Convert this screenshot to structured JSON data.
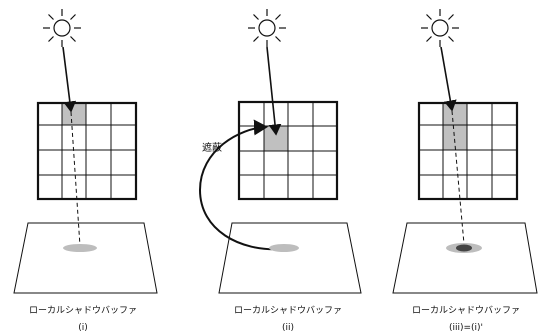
{
  "colors": {
    "stroke": "#111111",
    "highlight": "#c0c0c0",
    "shadow_light": "#bdbdbd",
    "shadow_dark": "#444444",
    "background": "#ffffff"
  },
  "panels": [
    {
      "caption": "ローカルシャドウバッファ",
      "sublabel": "(i)",
      "highlight_cell": "row 1, col 2",
      "ray": "straight through highlighted cell, dashed down to plane shadow"
    },
    {
      "caption": "ローカルシャドウバッファ",
      "sublabel": "(ii)",
      "occlusion_label": "遮蔽",
      "highlight_cell": "row 2, col 2",
      "ray": "stops at highlighted cell; curved arrow from plane shadow back up to cell"
    },
    {
      "caption": "ローカルシャドウバッファ",
      "sublabel": "(iii)=(i)'",
      "highlight_cell": "row 1-2, col 2",
      "ray": "straight through highlighted cells, dashed down to darkened plane shadow"
    }
  ],
  "icons": [
    "sun-icon",
    "sun-icon",
    "sun-icon"
  ]
}
